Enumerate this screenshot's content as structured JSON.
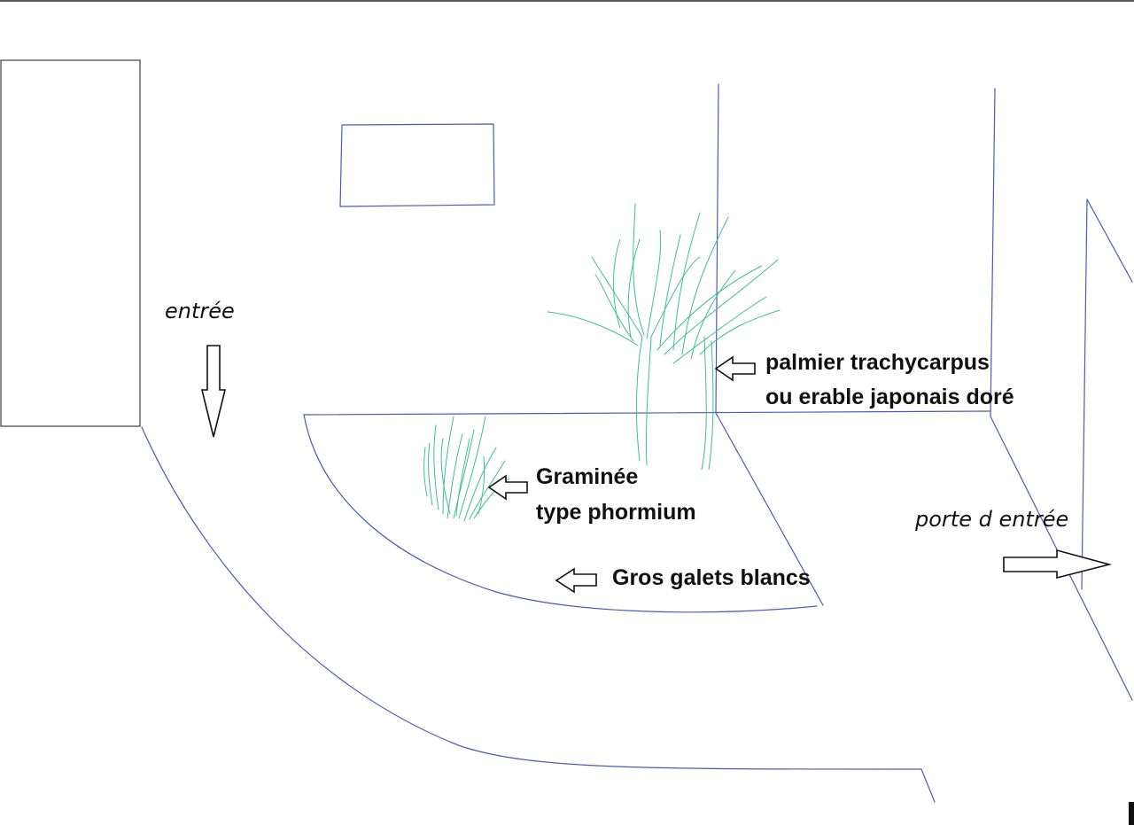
{
  "colors": {
    "pen": "#4a5ab8",
    "plant": "#3fbf8f",
    "text": "#111111",
    "paper": "#ffffff"
  },
  "labels": {
    "entree": "entrée",
    "palmier_line1": "palmier trachycarpus",
    "palmier_line2": "ou erable japonais doré",
    "graminee_line1": "Graminée",
    "graminee_line2": "type phormium",
    "galets": "Gros galets blancs",
    "porte": "porte d entrée"
  },
  "icons": {
    "down_arrow": "hollow-down-arrow",
    "left_arrow": "hollow-left-arrow",
    "right_arrow": "hollow-right-arrow"
  }
}
